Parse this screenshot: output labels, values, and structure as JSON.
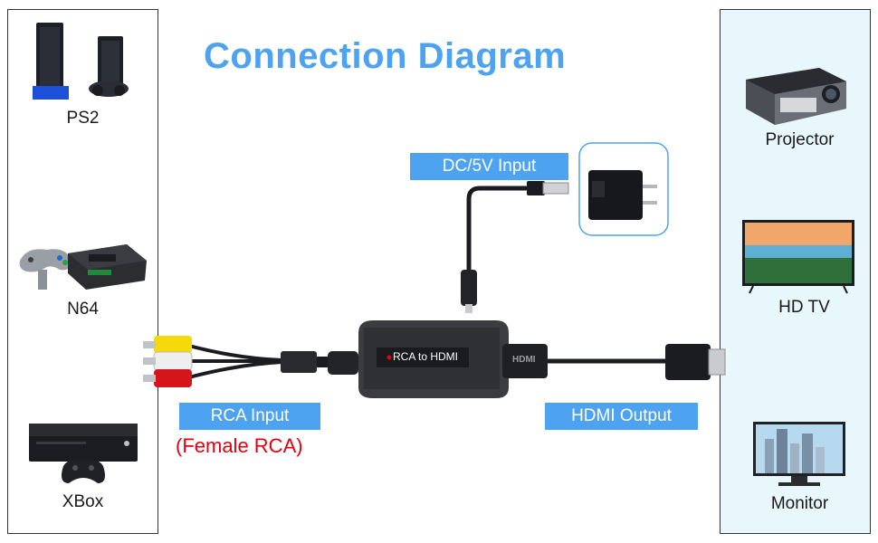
{
  "title": "Connection Diagram",
  "inputs": [
    {
      "label": "PS2",
      "icon": "ps2-console-icon"
    },
    {
      "label": "N64",
      "icon": "n64-console-icon"
    },
    {
      "label": "XBox",
      "icon": "xbox-console-icon"
    }
  ],
  "outputs": [
    {
      "label": "Projector",
      "icon": "projector-icon"
    },
    {
      "label": "HD TV",
      "icon": "hd-tv-icon"
    },
    {
      "label": "Monitor",
      "icon": "monitor-icon"
    }
  ],
  "tags": {
    "power": "DC/5V Input",
    "rca": "RCA Input",
    "rca_sub": "(Female RCA)",
    "hdmi": "HDMI Output"
  },
  "device_text": "RCA to HDMI",
  "plug_text": "HDMI",
  "colors": {
    "title": "#4ea3f0",
    "tag_bg": "#4ea3f0",
    "sub_text": "#e4000f",
    "right_panel_bg": "#e7f7fb",
    "rca_yellow": "#f5d90a",
    "rca_white": "#eeeeee",
    "rca_red": "#d6141c"
  }
}
